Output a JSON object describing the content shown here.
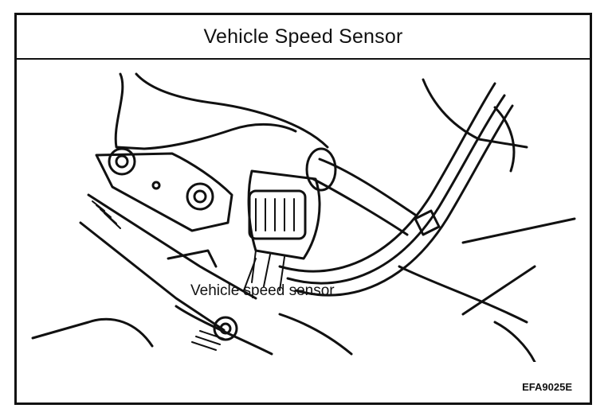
{
  "title": "Vehicle Speed Sensor",
  "callout_label": "Vehicle speed sensor",
  "figure_code": "EFA9025E",
  "colors": {
    "line": "#111111",
    "background": "#ffffff"
  }
}
